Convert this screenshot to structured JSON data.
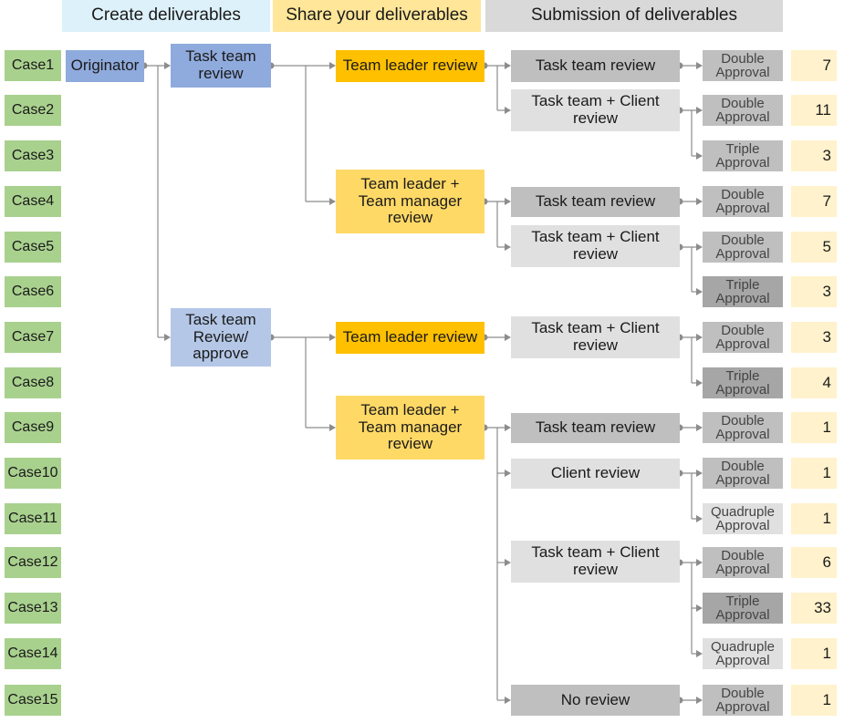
{
  "headers": [
    "Create deliverables",
    "Share your deliverables",
    "Submission of deliverables"
  ],
  "originator": "Originator",
  "task_team": [
    "Task team\nreview",
    "Task team\nReview/\napprove"
  ],
  "leader_reviews": [
    "Team leader review",
    "Team leader +\nTeam manager\nreview",
    "Team leader review",
    "Team leader +\nTeam manager\nreview"
  ],
  "submissions": [
    "Task team review",
    "Task team + Client\nreview",
    "Task team review",
    "Task team + Client\nreview",
    "Task team + Client\nreview",
    "Task team review",
    "Client review",
    "Task team + Client\nreview",
    "No review"
  ],
  "cases": [
    {
      "label": "Case1",
      "approval": "Double\nApproval",
      "count": "7"
    },
    {
      "label": "Case2",
      "approval": "Double\nApproval",
      "count": "11"
    },
    {
      "label": "Case3",
      "approval": "Triple\nApproval",
      "count": "3"
    },
    {
      "label": "Case4",
      "approval": "Double\nApproval",
      "count": "7"
    },
    {
      "label": "Case5",
      "approval": "Double\nApproval",
      "count": "5"
    },
    {
      "label": "Case6",
      "approval": "Triple\nApproval",
      "count": "3"
    },
    {
      "label": "Case7",
      "approval": "Double\nApproval",
      "count": "3"
    },
    {
      "label": "Case8",
      "approval": "Triple\nApproval",
      "count": "4"
    },
    {
      "label": "Case9",
      "approval": "Double\nApproval",
      "count": "1"
    },
    {
      "label": "Case10",
      "approval": "Double\nApproval",
      "count": "1"
    },
    {
      "label": "Case11",
      "approval": "Quadruple\nApproval",
      "count": "1"
    },
    {
      "label": "Case12",
      "approval": "Double\nApproval",
      "count": "6"
    },
    {
      "label": "Case13",
      "approval": "Triple\nApproval",
      "count": "33"
    },
    {
      "label": "Case14",
      "approval": "Quadruple\nApproval",
      "count": "1"
    },
    {
      "label": "Case15",
      "approval": "Double\nApproval",
      "count": "1"
    }
  ],
  "colors": {
    "header_create": "#ddf1fb",
    "header_share": "#ffe699",
    "header_submit": "#d9d9d9",
    "case": "#a9d18e",
    "originator": "#8faadc",
    "task_team": "#8faadc",
    "task_team_approve": "#b4c7e7",
    "leader": "#ffc000",
    "leader_manager": "#ffd966",
    "submit_dark": "#bfbfbf",
    "submit_light": "#e0e0e0",
    "approval_double": "#bfbfbf",
    "approval_triple_light": "#bfbfbf",
    "approval_triple_dark": "#a6a6a6",
    "approval_quadruple": "#e0e0e0",
    "count": "#fff2cc",
    "connector": "#8c8c8c"
  }
}
